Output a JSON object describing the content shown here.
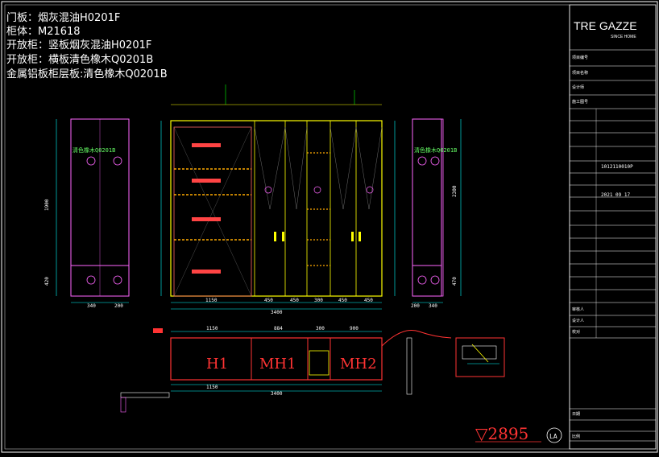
{
  "notes": {
    "door_panel": "门板：烟灰混油H0201F",
    "cabinet_body": "柜体：M21618",
    "open_cabinet_vertical": "开放柜：竖板烟灰混油H0201F",
    "open_cabinet_horizontal": "开放柜：横板清色橡木Q0201B",
    "aluminum_shelf": "金属铝板柜层板:清色橡木Q0201B"
  },
  "title_block": {
    "logo": "TRE GAZZE",
    "logo_sub": "SINCE HOME",
    "date": "2021 09 17",
    "code": "1012110010P",
    "labels": [
      "项目编号",
      "项目名称",
      "设计师",
      "施工图号",
      "审核人",
      "设计人",
      "校对",
      "日期",
      "比例"
    ]
  },
  "elevation": {
    "left_panel_text": "清色橡木Q0201B",
    "right_panel_text": "清色橡木Q0201B",
    "left_dims": [
      "1900",
      "420"
    ],
    "right_dims": [
      "2300",
      "470"
    ],
    "bottom_dims": [
      "1150",
      "450",
      "450",
      "300",
      "450",
      "450"
    ],
    "total_width": "3400",
    "left_widths": [
      "340",
      "200"
    ],
    "right_widths": [
      "200",
      "340"
    ]
  },
  "plan": {
    "units": [
      "H1",
      "MH1",
      "MH2"
    ],
    "top_dims": [
      "1150",
      "884",
      "300",
      "900"
    ],
    "bottom_dims": [
      "1150",
      "3400"
    ]
  },
  "elevation_mark": "▽2895",
  "section_tag": "LA"
}
